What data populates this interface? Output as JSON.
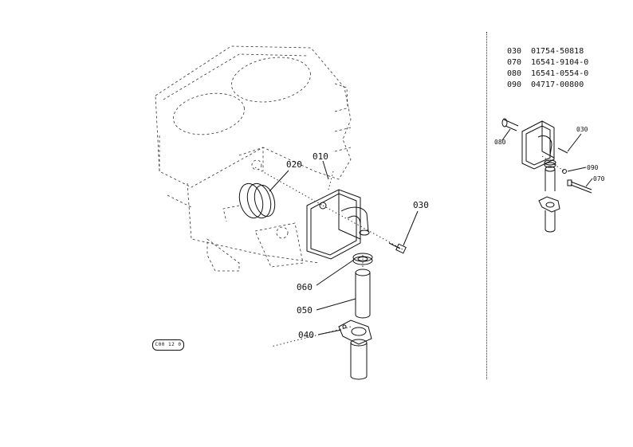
{
  "parts_table": [
    {
      "ref": "030",
      "part_no": "01754-50818"
    },
    {
      "ref": "070",
      "part_no": "16541-9104-0"
    },
    {
      "ref": "080",
      "part_no": "16541-0554-0"
    },
    {
      "ref": "090",
      "part_no": "04717-00800"
    }
  ],
  "main_callouts": {
    "c010": "010",
    "c020": "020",
    "c030": "030",
    "c040": "040",
    "c050": "050",
    "c060": "060"
  },
  "detail_callouts": {
    "c030": "030",
    "c080": "080",
    "c090": "090",
    "c070": "070"
  },
  "reference_badge": "C00 12 0"
}
